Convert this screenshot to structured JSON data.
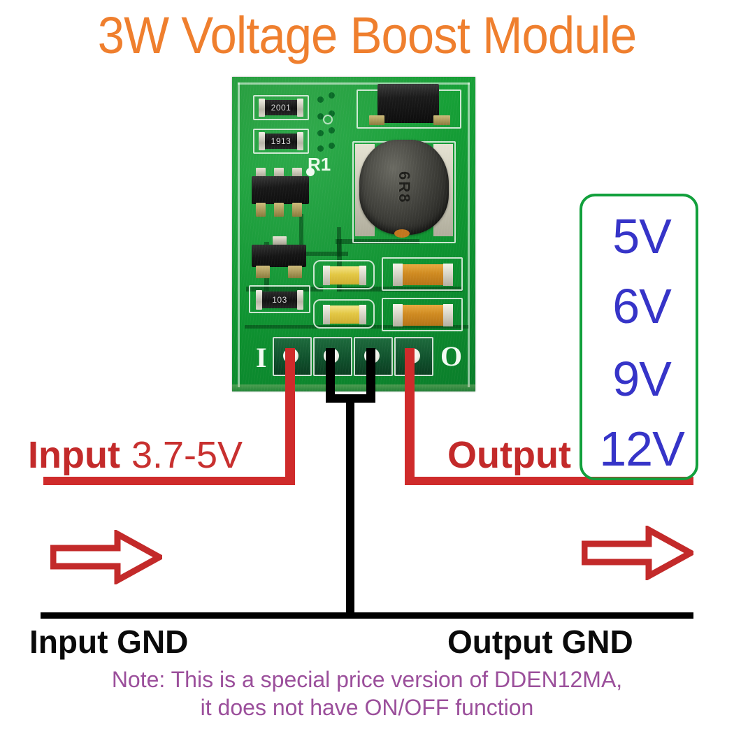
{
  "title": "3W Voltage Boost Module",
  "colors": {
    "title_orange": "#ef7f2e",
    "wire_red": "#cf2b2b",
    "wire_black": "#000000",
    "voltage_blue": "#3634c8",
    "box_green": "#12a03c",
    "note_purple": "#9b4f9b",
    "pcb_green": "#17a037"
  },
  "board": {
    "silkscreen_input_marker": "I",
    "silkscreen_output_marker": "O",
    "reference_designator": "R1",
    "components": [
      {
        "name": "resistor-2001",
        "label": "2001"
      },
      {
        "name": "resistor-1913",
        "label": "1913"
      },
      {
        "name": "resistor-103",
        "label": "103"
      },
      {
        "name": "inductor",
        "label": "6R8"
      }
    ]
  },
  "output_voltages": [
    "5V",
    "6V",
    "9V",
    "12V"
  ],
  "input": {
    "label": "Input",
    "range": "3.7-5V",
    "gnd": "Input GND"
  },
  "output": {
    "label": "Output",
    "value": "12V",
    "gnd": "Output GND"
  },
  "note": {
    "line1": "Note: This is a special price version of DDEN12MA,",
    "line2": "it does not have ON/OFF function"
  }
}
